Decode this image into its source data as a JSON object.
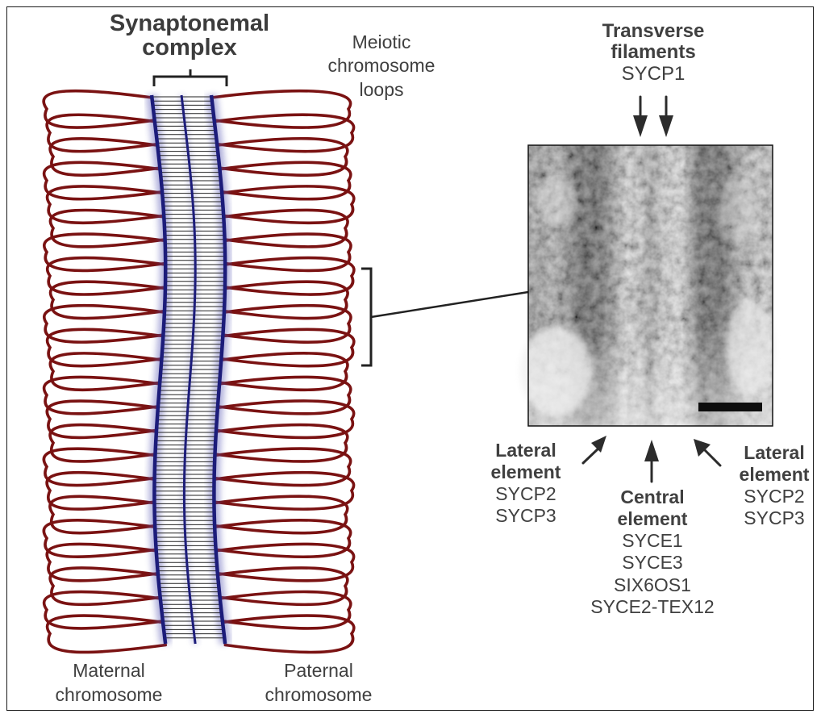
{
  "figure": {
    "sc_title_line1": "Synaptonemal",
    "sc_title_line2": "complex",
    "loops_line1": "Meiotic",
    "loops_line2": "chromosome",
    "loops_line3": "loops",
    "maternal_line1": "Maternal",
    "maternal_line2": "chromosome",
    "paternal_line1": "Paternal",
    "paternal_line2": "chromosome",
    "tf_line1": "Transverse",
    "tf_line2": "filaments",
    "tf_protein": "SYCP1",
    "lateral_left": {
      "line1": "Lateral",
      "line2": "element",
      "proteins": [
        "SYCP2",
        "SYCP3"
      ]
    },
    "lateral_right": {
      "line1": "Lateral",
      "line2": "element",
      "proteins": [
        "SYCP2",
        "SYCP3"
      ]
    },
    "central": {
      "line1": "Central",
      "line2": "element",
      "proteins": [
        "SYCE1",
        "SYCE3",
        "SIX6OS1",
        "SYCE2-TEX12"
      ]
    }
  },
  "colors": {
    "loop": "#7a1212",
    "axis": "#1c1c7a",
    "border": "#1a1a1a"
  }
}
